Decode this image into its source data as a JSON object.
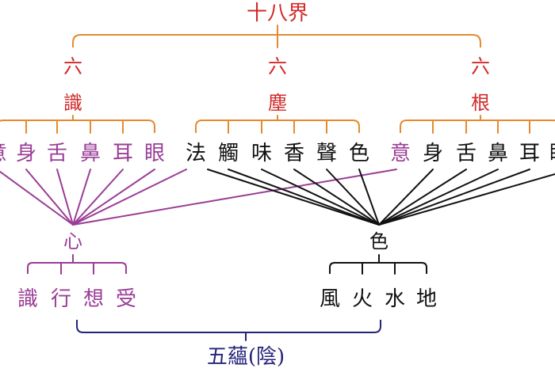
{
  "colors": {
    "orange": "#e58a2e",
    "red": "#d22a2a",
    "purple": "#9a3d96",
    "black": "#111111",
    "navy": "#24247a"
  },
  "top": {
    "title": "十八界"
  },
  "groups": [
    {
      "count_label": "六",
      "name": "識"
    },
    {
      "count_label": "六",
      "name": "塵"
    },
    {
      "count_label": "六",
      "name": "根"
    }
  ],
  "consciousness_items": [
    "意",
    "身",
    "舌",
    "鼻",
    "耳",
    "眼"
  ],
  "dust_items": [
    "法",
    "觸",
    "味",
    "香",
    "聲",
    "色"
  ],
  "root_items": [
    "意",
    "身",
    "舌",
    "鼻",
    "耳",
    "眼"
  ],
  "mind": {
    "label": "心",
    "aggregates": [
      "識",
      "行",
      "想",
      "受"
    ]
  },
  "form": {
    "label": "色",
    "elements": [
      "風",
      "火",
      "水",
      "地"
    ]
  },
  "bottom": {
    "title": "五蘊(陰)"
  }
}
